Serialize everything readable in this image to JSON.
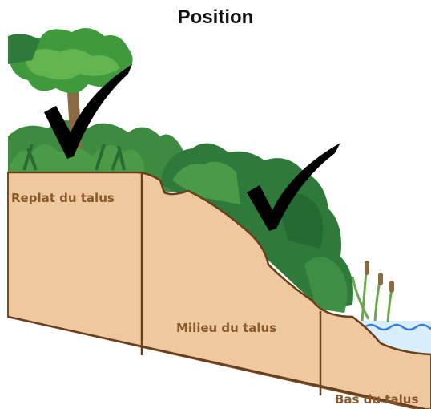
{
  "title": "Position",
  "zones": {
    "top": "Replat du talus",
    "middle": "Milieu du talus",
    "bottom": "Bas du talus"
  },
  "checkmarks": [
    "top",
    "middle"
  ],
  "icons": [
    "checkmark-icon",
    "tree-icon",
    "shrub-icon",
    "reed-icon",
    "water-wave-icon"
  ],
  "colors": {
    "soil": "#eec9a0",
    "soil_edge": "#7a4a22",
    "foliage_dark": "#2f7a3a",
    "foliage_mid": "#4a9a48",
    "foliage_light": "#7bbf5a",
    "water": "#d9eefb",
    "wave": "#3a7bd5",
    "check": "#000000"
  }
}
